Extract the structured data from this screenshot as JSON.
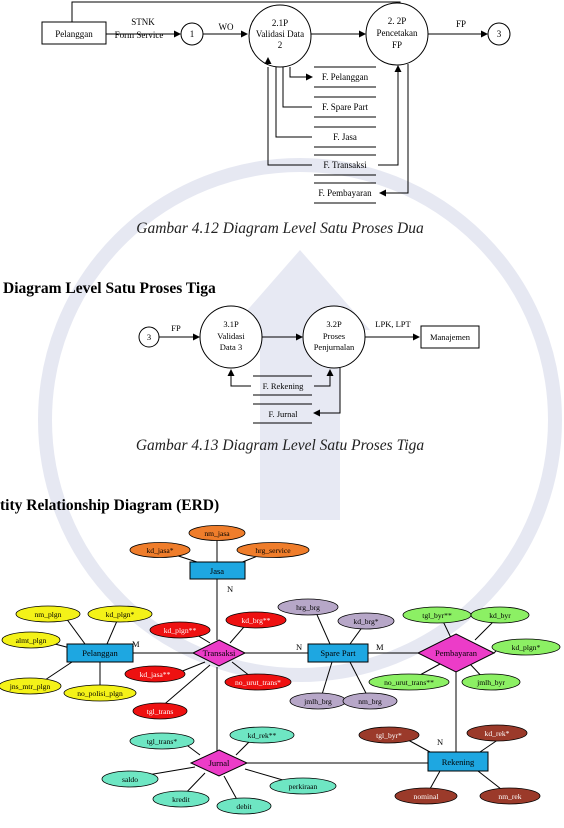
{
  "dfd2": {
    "ext_pelanggan": "Pelanggan",
    "flow_stnk": "STNK",
    "flow_form_service": "Form Service",
    "flow_wo": "WO",
    "flow_fp": "FP",
    "conn_1": "1",
    "conn_3": "3",
    "p21_line1": "2.1P",
    "p21_line2": "Validasi Data",
    "p21_line3": "2",
    "p22_line1": "2. 2P",
    "p22_line2": "Pencetakan",
    "p22_line3": "FP",
    "store_pelanggan": "F. Pelanggan",
    "store_spare_part": "F. Spare Part",
    "store_jasa": "F. Jasa",
    "store_transaksi": "F. Transaksi",
    "store_pembayaran": "F. Pembayaran",
    "caption": "Gambar 4.12 Diagram Level Satu Proses Dua"
  },
  "section_dfd3": "Diagram Level Satu Proses Tiga",
  "dfd3": {
    "conn_3": "3",
    "flow_fp": "FP",
    "p31_line1": "3.1P",
    "p31_line2": "Validasi",
    "p31_line3": "Data 3",
    "p32_line1": "3.2P",
    "p32_line2": "Proses",
    "p32_line3": "Penjurnalan",
    "flow_lpk_lpt": "LPK, LPT",
    "ext_manajemen": "Manajemen",
    "store_rekening": "F. Rekening",
    "store_jurnal": "F. Jurnal",
    "caption": "Gambar 4.13 Diagram Level Satu Proses Tiga"
  },
  "section_erd": "tity Relationship Diagram (ERD)",
  "erd": {
    "entities": {
      "jasa": "Jasa",
      "pelanggan": "Pelanggan",
      "spare_part": "Spare Part",
      "rekening": "Rekening"
    },
    "relationships": {
      "transaksi": "Transaksi",
      "pembayaran": "Pembayaran",
      "jurnal": "Jurnal"
    },
    "cardinality": {
      "n_jasa": "N",
      "m_pelanggan": "M",
      "n_spare_part": "N",
      "m_pembayaran": "M",
      "n_rekening": "N"
    },
    "attributes": {
      "nm_jasa": "nm_jasa",
      "kd_jasa_star": "kd_jasa*",
      "hrg_service": "hrg_service",
      "nm_plgn": "nm_plgn",
      "kd_plgn_star": "kd_plgn*",
      "almt_plgn": "almt_plgn",
      "jns_mtr_plgn": "jns_mtr_plgn",
      "no_polisi_plgn": "no_polisi_plgn",
      "tr_kd_plgn": "kd_plgn**",
      "tr_kd_brg": "kd_brg**",
      "tr_kd_jasa": "kd_jasa**",
      "tr_no_urut": "no_urut_trans*",
      "tr_tgl_trans": "tgl_trans",
      "hrg_brg": "hrg_brg",
      "kd_brg_star": "kd_brg*",
      "jmlh_brg": "jmlh_brg",
      "nm_brg": "nm_brg",
      "tgl_byr_2": "tgl_byr**",
      "kd_byr": "kd_byr",
      "by_kd_plgn": "kd_plgn*",
      "no_urut_trans_2": "no_urut_trans**",
      "jmlh_byr": "jmlh_byr",
      "tgl_trans_star": "tgl_trans*",
      "kd_rek_2": "kd_rek**",
      "saldo": "saldo",
      "kredit": "kredit",
      "debit": "debit",
      "perkiraan": "perkiraan",
      "tgl_byr_star": "tgl_byr*",
      "kd_rek_star": "kd_rek*",
      "nominal": "nominal",
      "nm_rek": "nm_rek"
    },
    "colors": {
      "entity": "#1ea7e1",
      "relationship": "#ec3cc8",
      "orange": "#ef7d2b",
      "yellow": "#f4f218",
      "red": "#ee1111",
      "lilac": "#b7a7c8",
      "green": "#8cf064",
      "teal": "#6ee6c3",
      "maroon": "#9b3a2a"
    }
  }
}
